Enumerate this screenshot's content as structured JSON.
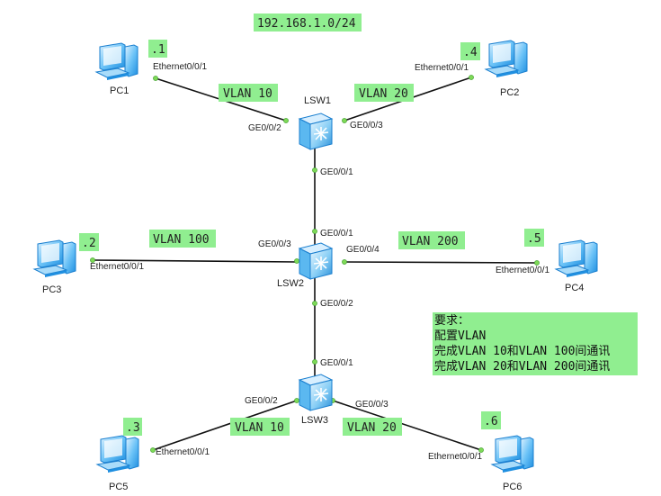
{
  "network": "192.168.1.0/24",
  "devices": {
    "pc1": {
      "name": "PC1",
      "addr": ".1",
      "port": "Ethernet0/0/1"
    },
    "pc2": {
      "name": "PC2",
      "addr": ".4",
      "port": "Ethernet0/0/1"
    },
    "pc3": {
      "name": "PC3",
      "addr": ".2",
      "port": "Ethernet0/0/1"
    },
    "pc4": {
      "name": "PC4",
      "addr": ".5",
      "port": "Ethernet0/0/1"
    },
    "pc5": {
      "name": "PC5",
      "addr": ".3",
      "port": "Ethernet0/0/1"
    },
    "pc6": {
      "name": "PC6",
      "addr": ".6",
      "port": "Ethernet0/0/1"
    },
    "lsw1": {
      "name": "LSW1",
      "p1": "GE0/0/1",
      "p2": "GE0/0/2",
      "p3": "GE0/0/3"
    },
    "lsw2": {
      "name": "LSW2",
      "p1": "GE0/0/1",
      "p2": "GE0/0/2",
      "p3": "GE0/0/3",
      "p4": "GE0/0/4"
    },
    "lsw3": {
      "name": "LSW3",
      "p1": "GE0/0/1",
      "p2": "GE0/0/2",
      "p3": "GE0/0/3"
    }
  },
  "vlans": {
    "top_left": "VLAN 10",
    "top_right": "VLAN 20",
    "mid_left": "VLAN 100",
    "mid_right": "VLAN 200",
    "bot_left": "VLAN 10",
    "bot_right": "VLAN 20"
  },
  "requirements": {
    "title": "要求：",
    "line1": "配置VLAN",
    "line2": "完成VLAN 10和VLAN 100间通讯",
    "line3": "完成VLAN 20和VLAN 200间通讯"
  },
  "colors": {
    "label_bg": "#90ee90",
    "port_dot": "#7ed957",
    "pc_blue": "#3fa9f5",
    "switch_blue": "#5bb8f0"
  }
}
